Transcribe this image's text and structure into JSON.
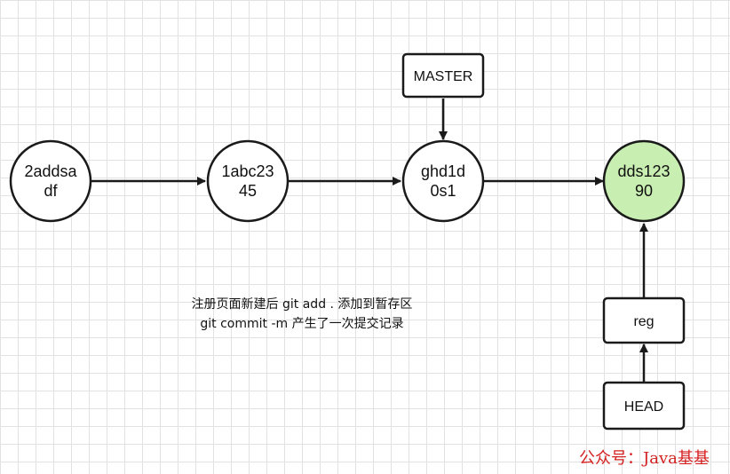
{
  "colors": {
    "line": "#1a1a1a",
    "node_fill": "#ffffff",
    "highlight_fill": "#c9eeb1",
    "grid": "#e2e2e2",
    "watermark": "#d42020"
  },
  "commits": [
    {
      "id": "c1",
      "line1": "2addsa",
      "line2": "df",
      "highlight": false
    },
    {
      "id": "c2",
      "line1": "1abc23",
      "line2": "45",
      "highlight": false
    },
    {
      "id": "c3",
      "line1": "ghd1d",
      "line2": "0s1",
      "highlight": false
    },
    {
      "id": "c4",
      "line1": "dds123",
      "line2": "90",
      "highlight": true
    }
  ],
  "labels": {
    "master": "MASTER",
    "reg": "reg",
    "head": "HEAD"
  },
  "note": {
    "line1": "注册页面新建后  git add . 添加到暂存区",
    "line2": "git commit -m 产生了一次提交记录"
  },
  "watermark": {
    "text": "公众号：Java基基"
  }
}
